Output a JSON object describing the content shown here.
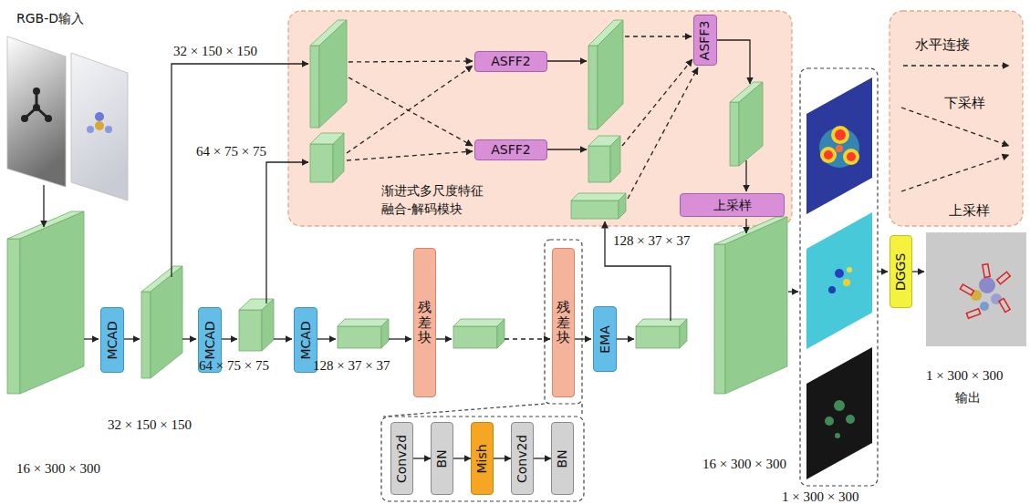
{
  "diagram": {
    "nodes": [
      {
        "text": [
          "渐进式多尺度特征 融合-解码模块"
        ]
      },
      {
        "text": [
          "ASFF2"
        ],
        "in": 0
      },
      {
        "text": [
          "ASFF2"
        ],
        "in": 0
      },
      {
        "text": [
          "ASFF3"
        ],
        "in": 0
      },
      {
        "text": [
          "上采样"
        ],
        "in": 0
      },
      {
        "text": [
          "MCAD"
        ]
      },
      {
        "text": [
          "MCAD"
        ]
      },
      {
        "text": [
          "MCAD"
        ]
      },
      {
        "text": [
          "残差块"
        ]
      },
      {
        "text": [
          "残差块"
        ]
      },
      {
        "text": [
          "EMA"
        ]
      },
      {
        "text": [
          "Conv2d"
        ]
      },
      {
        "text": [
          "BN"
        ]
      },
      {
        "text": [
          "Mish"
        ]
      },
      {
        "text": [
          "Conv2d"
        ]
      },
      {
        "text": [
          "BN"
        ]
      },
      {
        "text": [
          "DGGS"
        ]
      }
    ],
    "edges": [
      {
        "from": 11,
        "to": 12,
        "arrow": "to"
      },
      {
        "from": 12,
        "to": 13,
        "arrow": "to"
      },
      {
        "from": 13,
        "to": 14,
        "arrow": "to"
      },
      {
        "from": 14,
        "to": 15,
        "arrow": "to"
      }
    ],
    "labels": [
      "RGB-D输入",
      "32 × 150 × 150",
      "64 × 75 × 75",
      "32 × 150 × 150",
      "64 × 75 × 75",
      "128 × 37 × 37",
      "16 × 300 × 300",
      "128 × 37 × 37",
      "16 × 300 × 300",
      "1 × 300 × 300",
      "1 × 300 × 300",
      "输出"
    ],
    "legend": [
      {
        "text": "水平连接"
      },
      {
        "text": "下采样"
      },
      {
        "text": "上采样"
      }
    ]
  }
}
